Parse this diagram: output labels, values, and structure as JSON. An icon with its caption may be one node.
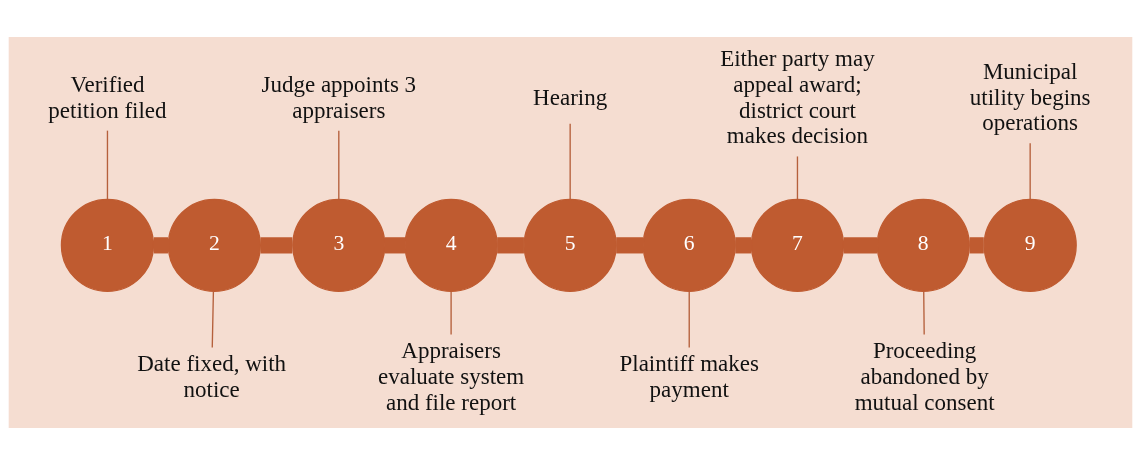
{
  "diagram": {
    "nodes": [
      {
        "text": [
          "1"
        ]
      },
      {
        "text": [
          "2"
        ]
      },
      {
        "text": [
          "3"
        ]
      },
      {
        "text": [
          "4"
        ]
      },
      {
        "text": [
          "5"
        ]
      },
      {
        "text": [
          "6"
        ]
      },
      {
        "text": [
          "7"
        ]
      },
      {
        "text": [
          "8"
        ]
      },
      {
        "text": [
          "9"
        ]
      },
      {
        "text": [
          "Verified petition filed"
        ]
      },
      {
        "text": [
          "Date fixed, with notice"
        ]
      },
      {
        "text": [
          "Judge appoints 3 appraisers"
        ]
      },
      {
        "text": [
          "Appraisers evaluate system and file report"
        ]
      },
      {
        "text": [
          "Hearing"
        ]
      },
      {
        "text": [
          "Plaintiff makes payment"
        ]
      },
      {
        "text": [
          "Either party may appeal award; district court makes decision"
        ]
      },
      {
        "text": [
          "Proceeding abandoned by mutual consent"
        ]
      },
      {
        "text": [
          "Municipal utility begins operations"
        ]
      }
    ],
    "edges": [
      {
        "from": 0,
        "to": 1,
        "arrow": "none",
        "style": "thick",
        "color": "#bf5b30"
      },
      {
        "from": 1,
        "to": 2,
        "arrow": "none",
        "style": "thick",
        "color": "#bf5b30"
      },
      {
        "from": 2,
        "to": 3,
        "arrow": "none",
        "style": "thick",
        "color": "#bf5b30"
      },
      {
        "from": 3,
        "to": 4,
        "arrow": "none",
        "style": "thick",
        "color": "#bf5b30"
      },
      {
        "from": 4,
        "to": 5,
        "arrow": "none",
        "style": "thick",
        "color": "#bf5b30"
      },
      {
        "from": 5,
        "to": 6,
        "arrow": "none",
        "style": "thick",
        "color": "#bf5b30"
      },
      {
        "from": 6,
        "to": 7,
        "arrow": "none",
        "style": "thick",
        "color": "#bf5b30"
      },
      {
        "from": 7,
        "to": 8,
        "arrow": "none",
        "style": "thick",
        "color": "#bf5b30"
      },
      {
        "from": 9,
        "to": 0,
        "arrow": "none"
      },
      {
        "from": 1,
        "to": 10,
        "arrow": "none"
      },
      {
        "from": 11,
        "to": 2,
        "arrow": "none"
      },
      {
        "from": 3,
        "to": 12,
        "arrow": "none"
      },
      {
        "from": 13,
        "to": 4,
        "arrow": "none"
      },
      {
        "from": 5,
        "to": 14,
        "arrow": "none"
      },
      {
        "from": 15,
        "to": 6,
        "arrow": "none"
      },
      {
        "from": 7,
        "to": 16,
        "arrow": "none"
      },
      {
        "from": 17,
        "to": 8,
        "arrow": "none"
      }
    ]
  }
}
